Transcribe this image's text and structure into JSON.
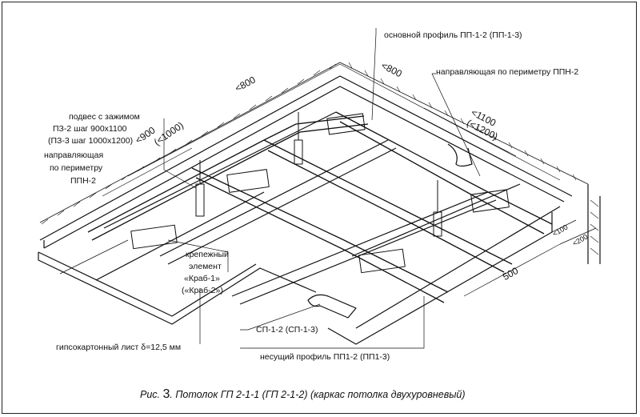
{
  "labels": {
    "main_profile": "основной профиль ПП-1-2 (ПП-1-3)",
    "perimeter_guide_top": "направляющая по периметру ППН-2",
    "hanger_line1": "подвес с зажимом",
    "hanger_line2": "ПЗ-2 шаг 900х1100",
    "hanger_line3": "(ПЗ-3 шаг 1000х1200)",
    "guide_left_line1": "направляющая",
    "guide_left_line2": "по периметру",
    "guide_left_line3": "ППН-2",
    "fastener_line1": "крепежный",
    "fastener_line2": "элемент",
    "fastener_line3": "«Краб-1»",
    "fastener_line4": "(«Краб-2»)",
    "gypsum_sheet": "гипсокартонный лист δ=12,5 мм",
    "sp_profile": "СП-1-2 (СП-1-3)",
    "bearing_profile": "несущий профиль ПП1-2 (ПП1-3)"
  },
  "dimensions": {
    "d800_left": "<800",
    "d800_right": "<800",
    "d900": "<900",
    "d1000": "(<1000)",
    "d1100": "<1100",
    "d1200": "(<1200)",
    "d100": "<100",
    "d200": "<200",
    "d500": "500"
  },
  "caption": {
    "prefix": "Рис.",
    "number": "3",
    "text": ". Потолок ГП 2-1-1 (ГП 2-1-2) (каркас потолка двухуровневый)"
  }
}
